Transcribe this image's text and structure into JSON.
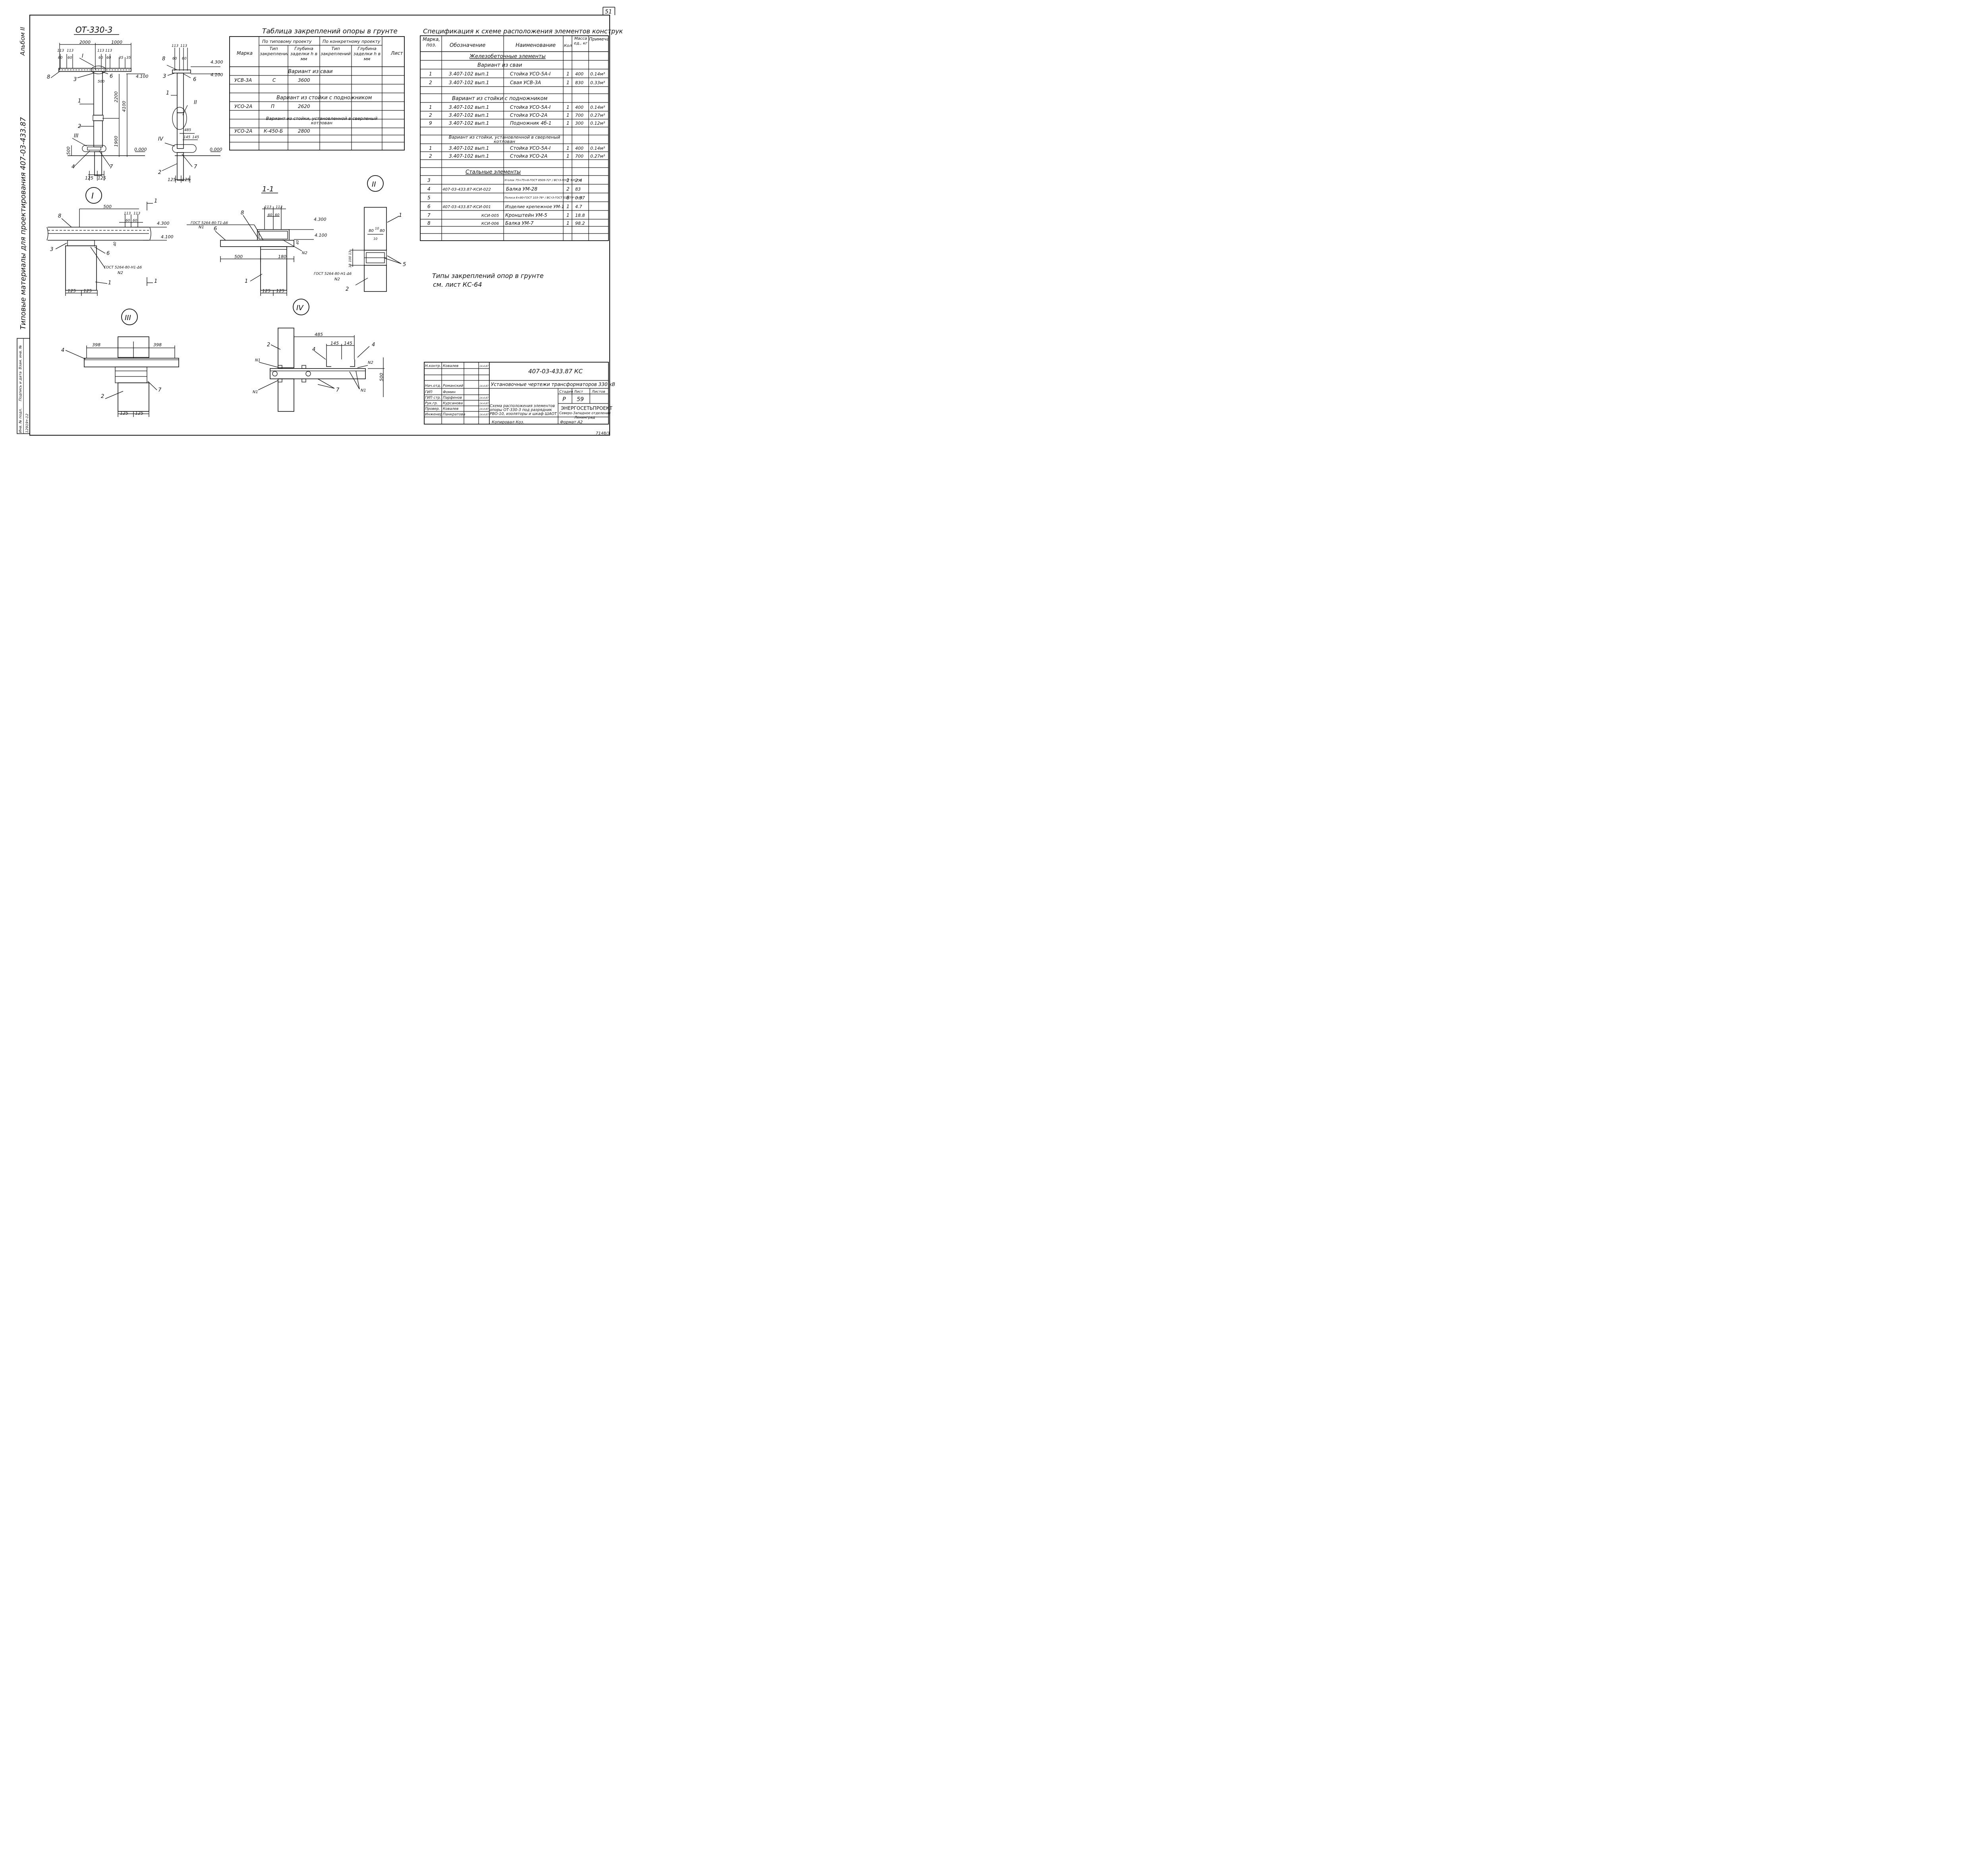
{
  "sheet_number": "51",
  "album": "Альбом II",
  "side_title": "Типовые материалы для проектирования   407-03-433.87",
  "side_stamp": {
    "inv_podl": "Инв. № подл.",
    "podpis": "Подпись и дата",
    "vzam": "Взам. инв. №",
    "inv_value": "12919т-12"
  },
  "support_title": "ОТ-330-3",
  "views": {
    "front": {
      "dims_top": [
        "2000",
        "1000"
      ],
      "dims_small": [
        "113",
        "113",
        "60",
        "60",
        "113",
        "113",
        "60",
        "60",
        "35",
        "35"
      ],
      "dim_500": "500",
      "dim_2200": "2200",
      "dim_4100": "4100",
      "dim_1900": "1900",
      "dim_500_left": "500",
      "dims_bottom": [
        "125",
        "125"
      ],
      "level_4100": "4.100",
      "level_0": "0.000",
      "marks": [
        "I",
        "III"
      ],
      "labels": [
        "8",
        "3",
        "6",
        "1",
        "2",
        "4",
        "7"
      ]
    },
    "side": {
      "dims_small": [
        "113",
        "113",
        "60",
        "60"
      ],
      "level_4300": "4.300",
      "level_4100": "4.100",
      "level_0": "0.000",
      "dim_485": "485",
      "dims_145": [
        "145",
        "145"
      ],
      "dims_bottom": [
        "125",
        "125"
      ],
      "marks": [
        "II",
        "IV"
      ],
      "labels": [
        "8",
        "3",
        "6",
        "1",
        "2",
        "7"
      ]
    }
  },
  "anchor_table": {
    "title": "Таблица закреплений опоры в грунте",
    "head": {
      "marka": "Марка",
      "typical": "По типовому проекту",
      "concrete": "По конкретному проекту",
      "list": "Лист",
      "type": "Тип закреплений",
      "depth": "Глубина заделки h в мм"
    },
    "sections": [
      {
        "title": "Вариант из сваи",
        "rows": [
          {
            "marka": "УСВ-3А",
            "type": "С",
            "depth": "3600"
          }
        ]
      },
      {
        "title": "Вариант из стойки с подножником",
        "rows": [
          {
            "marka": "УСО-2А",
            "type": "П",
            "depth": "2620"
          }
        ]
      },
      {
        "title": "Вариант из стойки, установленной в сверленый котлован",
        "rows": [
          {
            "marka": "УСО-2А",
            "type": "К-450-Б",
            "depth": "2800"
          }
        ]
      }
    ]
  },
  "spec_table": {
    "title": "Спецификация к схеме расположения элементов конструкций",
    "head": {
      "pos": "Марка, поз.",
      "designation": "Обозначение",
      "name": "Наименование",
      "qty": "Кол",
      "mass": "Масса ед., кг",
      "note": "Примечание"
    },
    "group_rc": "Железобетонные элементы",
    "group_steel": "Стальные элементы",
    "variant_pile": "Вариант из сваи",
    "variant_stand": "Вариант из стойки с подножником",
    "variant_pit": "Вариант из стойки, установленной в сверленый котлован",
    "rows_pile": [
      {
        "pos": "1",
        "des": "3.407-102 вып.1",
        "name": "Стойка УСО-5А-I",
        "qty": "1",
        "mass": "400",
        "note": "0.14м³"
      },
      {
        "pos": "2",
        "des": "3.407-102 вып.1",
        "name": "Свая УСВ-3А",
        "qty": "1",
        "mass": "830",
        "note": "0.33м³"
      }
    ],
    "rows_stand": [
      {
        "pos": "1",
        "des": "3.407-102 вып.1",
        "name": "Стойка УСО-5А-I",
        "qty": "1",
        "mass": "400",
        "note": "0.14м³"
      },
      {
        "pos": "2",
        "des": "3.407-102 вып.1",
        "name": "Стойка УСО-2А",
        "qty": "1",
        "mass": "700",
        "note": "0.27м³"
      },
      {
        "pos": "9",
        "des": "3.407-102 вып.1",
        "name": "Подножник 4б-1",
        "qty": "1",
        "mass": "300",
        "note": "0.12м³"
      }
    ],
    "rows_pit": [
      {
        "pos": "1",
        "des": "3.407-102 вып.1",
        "name": "Стойка УСО-5А-I",
        "qty": "1",
        "mass": "400",
        "note": "0.14м³"
      },
      {
        "pos": "2",
        "des": "3.407-102 вып.1",
        "name": "Стойка УСО-2А",
        "qty": "1",
        "mass": "700",
        "note": "0.27м³"
      }
    ],
    "rows_steel": [
      {
        "pos": "3",
        "des": "",
        "name": "Уголок 75×75×6-ГОСТ 8509-72* / ВСт3-ГОСТ 535-79*",
        "qty": "1",
        "mass": "2.4",
        "note": ""
      },
      {
        "pos": "4",
        "des": "407-03-433.87-КСИ-022",
        "name": "Балка УМ-28",
        "qty": "2",
        "mass": "83",
        "note": ""
      },
      {
        "pos": "5",
        "des": "",
        "name": "Полоса 6×80-ГОСТ 103-76* / ВСт3-ГОСТ 535-79* ℓ=80",
        "qty": "8",
        "mass": "0.37",
        "note": ""
      },
      {
        "pos": "6",
        "des": "407-03-433.87-КСИ-001",
        "name": "Изделие крепежное УМ-1",
        "qty": "1",
        "mass": "4.7",
        "note": ""
      },
      {
        "pos": "7",
        "des": "КСИ-005",
        "name": "Кронштейн УМ-5",
        "qty": "1",
        "mass": "18.8",
        "note": ""
      },
      {
        "pos": "8",
        "des": "КСИ-006",
        "name": "Балка УМ-7",
        "qty": "1",
        "mass": "98.2",
        "note": ""
      }
    ]
  },
  "note_text": [
    "Типы закреплений опор в грунте",
    "см. лист КС-64"
  ],
  "detail_I": {
    "mark": "I",
    "section_mark": "1",
    "dim_500": "500",
    "dims_113": [
      "113",
      "113"
    ],
    "dims_60": [
      "60",
      "60"
    ],
    "dim_40": "40",
    "level_4300": "4.300",
    "level_4100": "4.100",
    "weld": "ГОСТ 5264-80-Н1-Δ6",
    "weld_n": "N2",
    "dims_bottom": [
      "125",
      "125"
    ],
    "labels": [
      "8",
      "3",
      "6",
      "1"
    ]
  },
  "section_11": {
    "title": "1-1",
    "dims_113": [
      "113",
      "113"
    ],
    "dims_60": [
      "60",
      "60"
    ],
    "dim_40": "40",
    "dim_500": "500",
    "dim_180": "180",
    "level_4300": "4.300",
    "level_4100": "4.100",
    "weld": "ГОСТ 5264-80-Т1-Δ6",
    "weld_n": "N1",
    "n2": "N2",
    "dims_bottom": [
      "125",
      "125"
    ],
    "labels": [
      "8",
      "6",
      "1"
    ]
  },
  "detail_II": {
    "mark": "II",
    "dims": [
      "80",
      "10",
      "80",
      "10"
    ],
    "dims_v": [
      "13",
      "100",
      "13"
    ],
    "weld": "ГОСТ 5264-80-Н1-Δ6",
    "weld_n": "N2",
    "labels": [
      "1",
      "5",
      "2"
    ]
  },
  "detail_III": {
    "mark": "III",
    "dims_398": [
      "398",
      "398"
    ],
    "dims_bottom": [
      "125",
      "125"
    ],
    "labels": [
      "4",
      "7",
      "2"
    ]
  },
  "detail_IV": {
    "mark": "IV",
    "dim_485": "485",
    "dims_145": [
      "145",
      "145"
    ],
    "dim_500": "500",
    "labels": [
      "2",
      "4",
      "4",
      "7"
    ],
    "n_labels": [
      "N1",
      "N1",
      "N1",
      "N2"
    ]
  },
  "title_block": {
    "doc_code": "407-03-433.87 КС",
    "project": "Установочные чертежи трансформаторов 330 кВ",
    "sheet_desc": "Схема расположения элементов опоры ОТ-330-3 под разрядник РВО-10, изоляторы и шкаф ШАОТ",
    "stage_label": "Стадия",
    "sheet_label": "Лист",
    "sheets_label": "Листов",
    "stage": "Р",
    "sheet": "59",
    "org": "ЭНЕРГОСЕТЬПРОЕКТ",
    "org_sub": "Северо-Западное отделение",
    "org_city": "Ленинград",
    "copied": "Копировал  Коз.",
    "format": "Формат А2",
    "bottom_code": "7148/3",
    "people": [
      {
        "role": "Н.контр.",
        "name": "Ковалев",
        "date": "14.4.87"
      },
      {
        "role": "Нач.отд.",
        "name": "Романский",
        "date": "14.4.87"
      },
      {
        "role": "ГИП",
        "name": "Фомин",
        "date": ""
      },
      {
        "role": "ГИП стр.",
        "name": "Парфенов",
        "date": "14.4.87"
      },
      {
        "role": "Рук.гр.",
        "name": "Курсанова",
        "date": "14.4.87"
      },
      {
        "role": "Провер.",
        "name": "Ковалев",
        "date": "14.4.87"
      },
      {
        "role": "Инженер",
        "name": "Панкратова",
        "date": "14.4.87"
      }
    ]
  }
}
